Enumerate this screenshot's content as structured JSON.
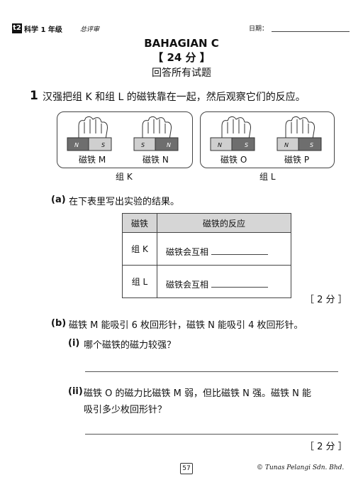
{
  "header": {
    "logo": "t2",
    "subject": "科学 1 年级",
    "assessment_type": "总评审",
    "date_label": "日期："
  },
  "section": {
    "title": "BAHAGIAN C",
    "marks": "【 24 分 】",
    "instruction": "回答所有试题"
  },
  "question1": {
    "number": "1",
    "text": "汉强把组 K 和组 L 的磁铁靠在一起，然后观察它们的反应。",
    "groups": [
      {
        "magnets": [
          {
            "label": "磁铁 M",
            "poles": [
              "N",
              "S"
            ]
          },
          {
            "label": "磁铁 N",
            "poles": [
              "S",
              "N"
            ]
          }
        ],
        "label": "组 K"
      },
      {
        "magnets": [
          {
            "label": "磁铁 O",
            "poles": [
              "N",
              "S"
            ]
          },
          {
            "label": "磁铁 P",
            "poles": [
              "N",
              "S"
            ]
          }
        ],
        "label": "组 L"
      }
    ],
    "part_a": {
      "label": "(a)",
      "text": "在下表里写出实验的结果。",
      "table": {
        "headers": [
          "磁铁",
          "磁铁的反应"
        ],
        "rows": [
          {
            "group": "组 K",
            "reaction": "磁铁会互相"
          },
          {
            "group": "组 L",
            "reaction": "磁铁会互相"
          }
        ]
      },
      "marks": "［ 2 分 ］"
    },
    "part_b": {
      "label": "(b)",
      "text": "磁铁 M 能吸引 6 枚回形针，磁铁 N 能吸引 4 枚回形针。",
      "sub_i": {
        "label": "(i)",
        "text": "哪个磁铁的磁力较强？"
      },
      "sub_ii": {
        "label": "(ii)",
        "line1": "磁铁 O 的磁力比磁铁 M 弱，但比磁铁 N 强。磁铁 N 能",
        "line2": "吸引多少枚回形针？"
      },
      "marks": "［ 2 分 ］"
    }
  },
  "footer": {
    "page_number": "57",
    "copyright": "© Tunas Pelangi Sdn. Bhd."
  },
  "colors": {
    "magnet_dark": "#6e6e6e",
    "magnet_light": "#cfcfcf",
    "table_header": "#d6d6d6"
  }
}
